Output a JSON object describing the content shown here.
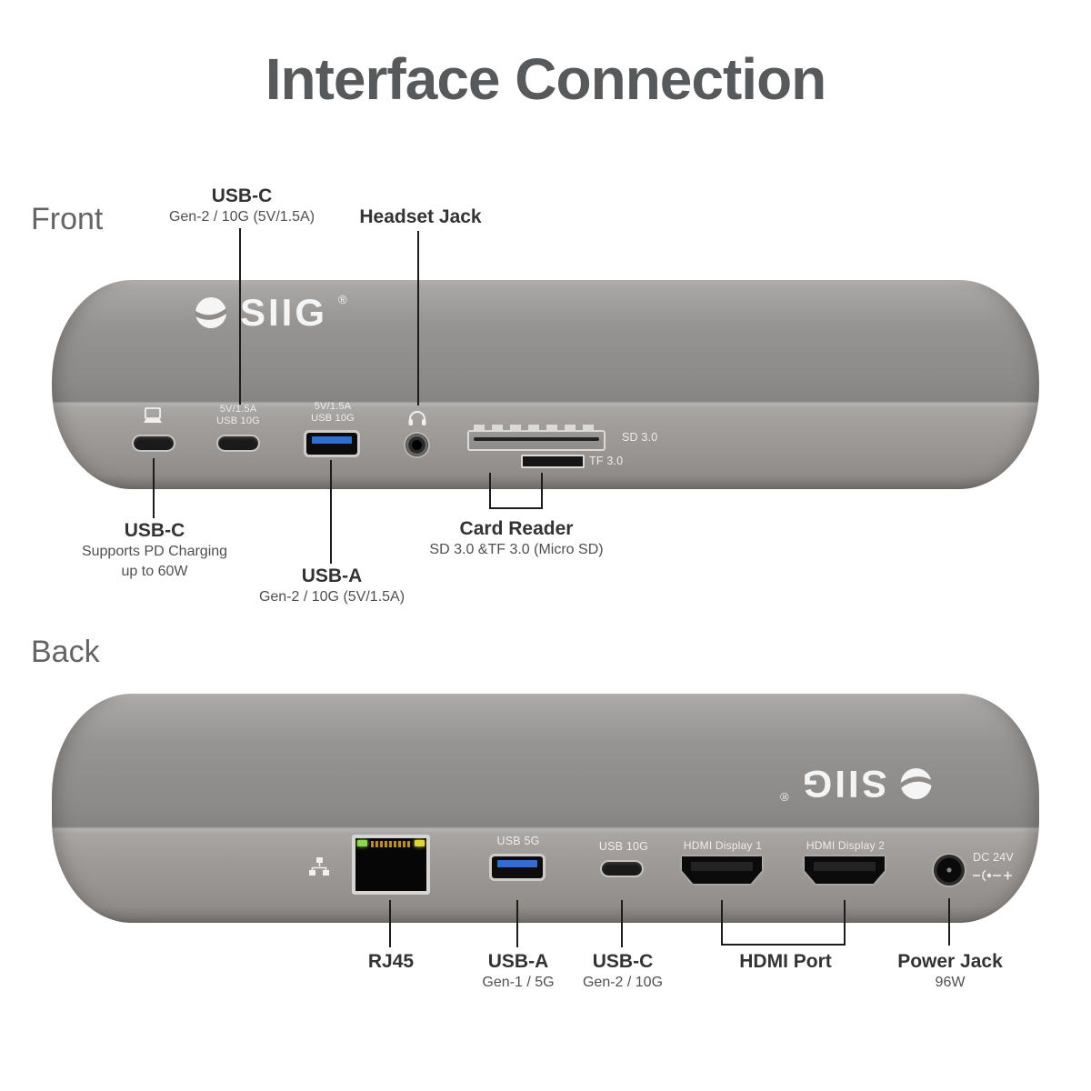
{
  "title": "Interface Connection",
  "front": {
    "label": "Front",
    "logo_text": "SIIG",
    "logo_reg": "®",
    "device_markings": {
      "usbc2_l1": "5V/1.5A",
      "usbc2_l2": "USB 10G",
      "usba_l1": "5V/1.5A",
      "usba_l2": "USB 10G",
      "sd_label": "SD 3.0",
      "tf_label": "TF 3.0"
    },
    "callouts": {
      "usbc_top_title": "USB-C",
      "usbc_top_sub": "Gen-2 / 10G (5V/1.5A)",
      "headset_title": "Headset Jack",
      "usbc_pd_title": "USB-C",
      "usbc_pd_sub1": "Supports PD Charging",
      "usbc_pd_sub2": "up to 60W",
      "usba_title": "USB-A",
      "usba_sub": "Gen-2 / 10G (5V/1.5A)",
      "card_title": "Card Reader",
      "card_sub": "SD 3.0 &TF 3.0 (Micro SD)"
    }
  },
  "back": {
    "label": "Back",
    "logo_text": "SIIG",
    "logo_reg": "®",
    "device_markings": {
      "usba_label": "USB 5G",
      "usbc_label": "USB 10G",
      "hdmi1_label": "HDMI Display 1",
      "hdmi2_label": "HDMI Display 2",
      "dc_label": "DC 24V"
    },
    "callouts": {
      "rj45_title": "RJ45",
      "usba_title": "USB-A",
      "usba_sub": "Gen-1 / 5G",
      "usbc_title": "USB-C",
      "usbc_sub": "Gen-2 / 10G",
      "hdmi_title": "HDMI Port",
      "power_title": "Power Jack",
      "power_sub": "96W"
    }
  },
  "colors": {
    "usb_a_blue": "#2f6fd0",
    "device_gray": "#8f8d8b",
    "led_green": "#8fd64f",
    "led_yellow": "#ded43c",
    "title_gray": "#58595b"
  }
}
